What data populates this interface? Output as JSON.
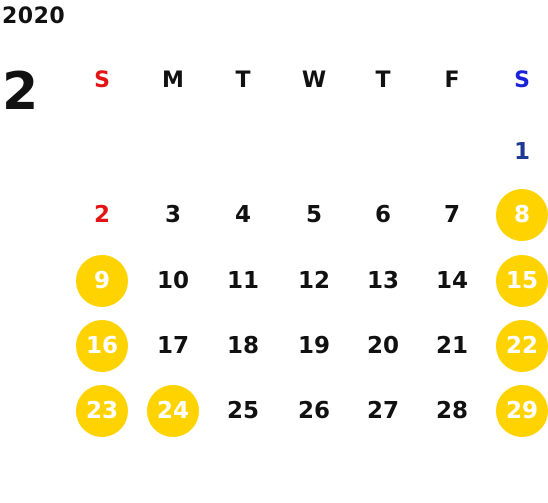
{
  "header": {
    "year": "2020",
    "month": "2"
  },
  "colors": {
    "sunday": "#e31414",
    "saturday": "#1a22d9",
    "saturday_date": "#1f3a93",
    "text": "#111111",
    "highlight_fill": "#ffd300",
    "highlight_text": "#ffffff"
  },
  "weekdays": [
    {
      "label": "S",
      "kind": "sunday"
    },
    {
      "label": "M",
      "kind": "weekday"
    },
    {
      "label": "T",
      "kind": "weekday"
    },
    {
      "label": "W",
      "kind": "weekday"
    },
    {
      "label": "T",
      "kind": "weekday"
    },
    {
      "label": "F",
      "kind": "weekday"
    },
    {
      "label": "S",
      "kind": "saturday"
    }
  ],
  "weeks": [
    [
      null,
      null,
      null,
      null,
      null,
      null,
      {
        "day": "1",
        "highlighted": false
      }
    ],
    [
      {
        "day": "2",
        "highlighted": false
      },
      {
        "day": "3",
        "highlighted": false
      },
      {
        "day": "4",
        "highlighted": false
      },
      {
        "day": "5",
        "highlighted": false
      },
      {
        "day": "6",
        "highlighted": false
      },
      {
        "day": "7",
        "highlighted": false
      },
      {
        "day": "8",
        "highlighted": true
      }
    ],
    [
      {
        "day": "9",
        "highlighted": true
      },
      {
        "day": "10",
        "highlighted": false
      },
      {
        "day": "11",
        "highlighted": false
      },
      {
        "day": "12",
        "highlighted": false
      },
      {
        "day": "13",
        "highlighted": false
      },
      {
        "day": "14",
        "highlighted": false
      },
      {
        "day": "15",
        "highlighted": true
      }
    ],
    [
      {
        "day": "16",
        "highlighted": true
      },
      {
        "day": "17",
        "highlighted": false
      },
      {
        "day": "18",
        "highlighted": false
      },
      {
        "day": "19",
        "highlighted": false
      },
      {
        "day": "20",
        "highlighted": false
      },
      {
        "day": "21",
        "highlighted": false
      },
      {
        "day": "22",
        "highlighted": true
      }
    ],
    [
      {
        "day": "23",
        "highlighted": true
      },
      {
        "day": "24",
        "highlighted": true
      },
      {
        "day": "25",
        "highlighted": false
      },
      {
        "day": "26",
        "highlighted": false
      },
      {
        "day": "27",
        "highlighted": false
      },
      {
        "day": "28",
        "highlighted": false
      },
      {
        "day": "29",
        "highlighted": true
      }
    ]
  ]
}
